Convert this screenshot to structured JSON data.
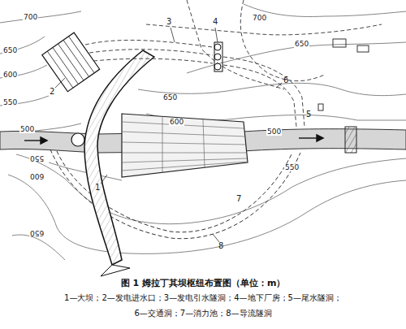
{
  "diagram": {
    "caption": "图 1  姆拉丁其坝枢纽布置图（单位：m）",
    "labels": [
      "700",
      "650",
      "600",
      "550",
      "500",
      "2",
      "3",
      "4",
      "700",
      "650",
      "6",
      "650",
      "600",
      "5",
      "500",
      "550",
      "600",
      "1",
      "550",
      "7",
      "650",
      "8",
      "1—大坝；2—发电进水口；3—发电引水隧洞；4—地下厂房；5—尾水隧洞；",
      "6—交通洞；7—消力池；8—导流隧洞"
    ]
  }
}
